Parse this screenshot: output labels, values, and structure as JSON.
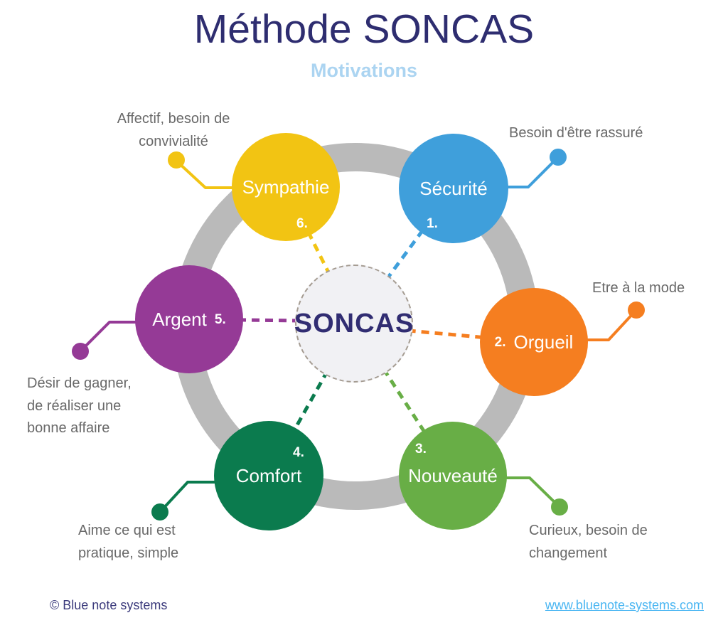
{
  "title": "Méthode SONCAS",
  "subtitle": "Motivations",
  "center": {
    "label": "SONCAS"
  },
  "nodes": [
    {
      "name": "Sécurité",
      "number": "1.",
      "color": "#3f9fdb",
      "annotation": "Besoin d'être rassuré"
    },
    {
      "name": "Orgueil",
      "number": "2.",
      "color": "#f57e20",
      "annotation": "Etre à la mode"
    },
    {
      "name": "Nouveauté",
      "number": "3.",
      "color": "#68ae46",
      "annotation": "Curieux, besoin de\nchangement"
    },
    {
      "name": "Comfort",
      "number": "4.",
      "color": "#0b7b4e",
      "annotation": "Aime ce qui est\npratique, simple"
    },
    {
      "name": "Argent",
      "number": "5.",
      "color": "#953a96",
      "annotation": "Désir de gagner,\nde réaliser une\nbonne affaire"
    },
    {
      "name": "Sympathie",
      "number": "6.",
      "color": "#f2c413",
      "annotation": "Affectif, besoin de\nconvivialité"
    }
  ],
  "colors": {
    "ring": "#bababa",
    "title": "#2e2d70",
    "subtitle": "#abd4f1",
    "annotation_text": "#696969",
    "center_fill": "#f1f1f4",
    "center_border": "#a59c92",
    "center_text": "#312d72",
    "footer_text": "#3b3a7c",
    "link": "#4ab6f2"
  },
  "footer": {
    "copyright": "© Blue note systems",
    "link": "www.bluenote-systems.com"
  }
}
